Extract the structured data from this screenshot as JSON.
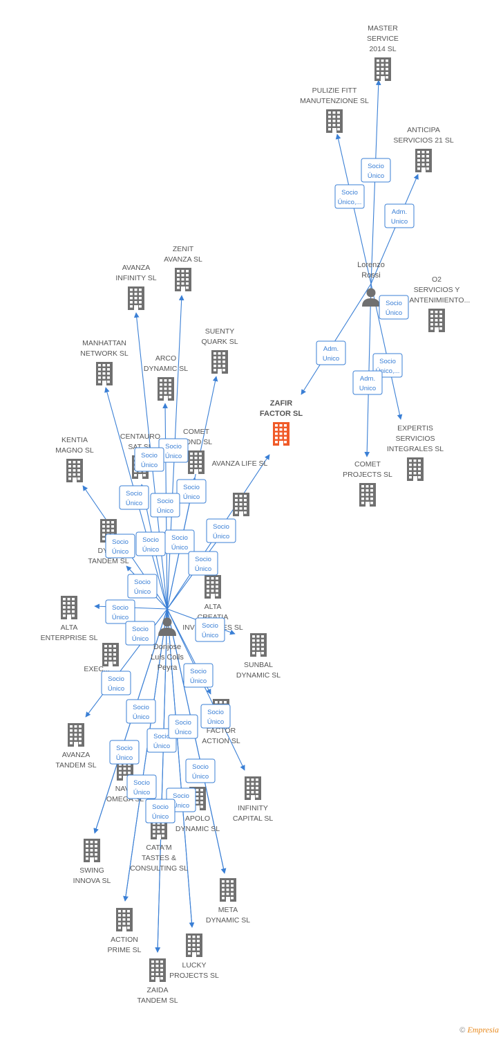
{
  "colors": {
    "edge": "#3a7fd5",
    "building": "#707070",
    "main_building": "#f05a28",
    "person": "#707070",
    "text": "#555555"
  },
  "companies": [
    {
      "id": "zafir",
      "label": [
        "ZAFIR",
        "FACTOR SL"
      ],
      "main": true
    },
    {
      "id": "master",
      "label": [
        "MASTER",
        "SERVICE",
        "2014  SL"
      ]
    },
    {
      "id": "pulizie",
      "label": [
        "PULIZIE FITT",
        "MANUTENZIONE SL"
      ]
    },
    {
      "id": "anticipa",
      "label": [
        "ANTICIPA",
        "SERVICIOS 21 SL"
      ]
    },
    {
      "id": "o2",
      "label": [
        "O2",
        "SERVICIOS Y",
        "MANTENIMIENTO..."
      ]
    },
    {
      "id": "expertis",
      "label": [
        "EXPERTIS",
        "SERVICIOS",
        "INTEGRALES SL"
      ]
    },
    {
      "id": "cometp",
      "label": [
        "COMET",
        "PROJECTS SL"
      ]
    },
    {
      "id": "zenit",
      "label": [
        "ZENIT",
        "AVANZA SL"
      ]
    },
    {
      "id": "avinf",
      "label": [
        "AVANZA",
        "INFINITY SL"
      ]
    },
    {
      "id": "suenty",
      "label": [
        "SUENTY",
        "QUARK SL"
      ]
    },
    {
      "id": "manhattan",
      "label": [
        "MANHATTAN",
        "NETWORK SL"
      ]
    },
    {
      "id": "arco",
      "label": [
        "ARCO",
        "DYNAMIC SL"
      ]
    },
    {
      "id": "kentia",
      "label": [
        "KENTIA",
        "MAGNO SL"
      ]
    },
    {
      "id": "centauro",
      "label": [
        "CENTAURO",
        "SAT SL"
      ]
    },
    {
      "id": "cometb",
      "label": [
        "COMET",
        "BOND SL"
      ]
    },
    {
      "id": "avlife",
      "label": [
        "AVANZA LIFE SL"
      ]
    },
    {
      "id": "dyntandem",
      "label": [
        "DYN...",
        "TANDEM SL"
      ]
    },
    {
      "id": "altacreatia",
      "label": [
        "ALTA",
        "CREATIA",
        "INVERSIONES SL"
      ]
    },
    {
      "id": "altaent",
      "label": [
        "ALTA",
        "ENTERPRISE SL"
      ]
    },
    {
      "id": "sunbal",
      "label": [
        "SUNBAL",
        "DYNAMIC SL"
      ]
    },
    {
      "id": "exec",
      "label": [
        "EXEC..."
      ]
    },
    {
      "id": "factoraction",
      "label": [
        "FACTOR",
        "ACTION SL"
      ]
    },
    {
      "id": "avtandem",
      "label": [
        "AVANZA",
        "TANDEM SL"
      ]
    },
    {
      "id": "navomega",
      "label": [
        "NAV...",
        "OMEGA SL"
      ]
    },
    {
      "id": "infinity",
      "label": [
        "INFINITY",
        "CAPITAL SL"
      ]
    },
    {
      "id": "apolo",
      "label": [
        "APOLO",
        "DYNAMIC SL"
      ]
    },
    {
      "id": "catam",
      "label": [
        "CATA'M",
        "TASTES &",
        "CONSULTING  SL"
      ]
    },
    {
      "id": "swing",
      "label": [
        "SWING",
        "INNOVA SL"
      ]
    },
    {
      "id": "meta",
      "label": [
        "META",
        "DYNAMIC SL"
      ]
    },
    {
      "id": "action",
      "label": [
        "ACTION",
        "PRIME SL"
      ]
    },
    {
      "id": "lucky",
      "label": [
        "LUCKY",
        "PROJECTS SL"
      ]
    },
    {
      "id": "zaida",
      "label": [
        "ZAIDA",
        "TANDEM SL"
      ]
    }
  ],
  "persons": [
    {
      "id": "lorenzo",
      "label": [
        "Lorenzo",
        "Rossi"
      ]
    },
    {
      "id": "donjose",
      "label": [
        "Donjose",
        "Luis Colls",
        "Peyra"
      ]
    }
  ],
  "relations": [
    {
      "from": "lorenzo",
      "to": "master",
      "label": [
        "Socio",
        "Único"
      ]
    },
    {
      "from": "lorenzo",
      "to": "pulizie",
      "label": [
        "Socio",
        "Único,..."
      ]
    },
    {
      "from": "lorenzo",
      "to": "anticipa",
      "label": [
        "Adm.",
        "Unico"
      ]
    },
    {
      "from": "lorenzo",
      "to": "o2",
      "label": [
        "Socio",
        "Único"
      ]
    },
    {
      "from": "lorenzo",
      "to": "zafir",
      "label": [
        "Adm.",
        "Unico"
      ]
    },
    {
      "from": "lorenzo",
      "to": "expertis",
      "label": [
        "Socio",
        "Único,..."
      ]
    },
    {
      "from": "lorenzo",
      "to": "cometp",
      "label": [
        "Adm.",
        "Unico"
      ]
    },
    {
      "from": "donjose",
      "to": "zenit",
      "label": [
        "Socio",
        "Único"
      ]
    },
    {
      "from": "donjose",
      "to": "avinf",
      "label": [
        "Socio",
        "Único"
      ]
    },
    {
      "from": "donjose",
      "to": "suenty",
      "label": [
        "Socio",
        "Único"
      ]
    },
    {
      "from": "donjose",
      "to": "manhattan",
      "label": [
        "Socio",
        "Único"
      ]
    },
    {
      "from": "donjose",
      "to": "arco",
      "label": [
        "Socio",
        "Único"
      ]
    },
    {
      "from": "donjose",
      "to": "kentia",
      "label": [
        "Socio",
        "Único"
      ]
    },
    {
      "from": "donjose",
      "to": "centauro",
      "label": [
        "Socio",
        "Único"
      ]
    },
    {
      "from": "donjose",
      "to": "cometb",
      "label": [
        "Socio",
        "Único"
      ]
    },
    {
      "from": "donjose",
      "to": "avlife",
      "label": [
        "Socio",
        "Único"
      ]
    },
    {
      "from": "donjose",
      "to": "zafir",
      "label": [
        "Socio",
        "Único"
      ]
    },
    {
      "from": "donjose",
      "to": "dyntandem",
      "label": [
        "Socio",
        "Único"
      ]
    },
    {
      "from": "donjose",
      "to": "altacreatia",
      "label": [
        "Socio",
        "Único"
      ]
    },
    {
      "from": "donjose",
      "to": "altaent",
      "label": [
        "Socio",
        "Único"
      ]
    },
    {
      "from": "donjose",
      "to": "sunbal",
      "label": [
        "Socio",
        "Único"
      ]
    },
    {
      "from": "donjose",
      "to": "exec",
      "label": [
        "Socio",
        "Único"
      ]
    },
    {
      "from": "donjose",
      "to": "factoraction",
      "label": [
        "Socio",
        "Único"
      ]
    },
    {
      "from": "donjose",
      "to": "avtandem",
      "label": [
        "Socio",
        "Único"
      ]
    },
    {
      "from": "donjose",
      "to": "navomega",
      "label": [
        "Socio",
        "Único"
      ]
    },
    {
      "from": "donjose",
      "to": "infinity",
      "label": [
        "Socio",
        "Único"
      ]
    },
    {
      "from": "donjose",
      "to": "apolo",
      "label": [
        "Socio",
        "Único"
      ]
    },
    {
      "from": "donjose",
      "to": "catam",
      "label": [
        "Socio",
        "Único"
      ]
    },
    {
      "from": "donjose",
      "to": "swing",
      "label": [
        "Socio",
        "Único"
      ]
    },
    {
      "from": "donjose",
      "to": "meta",
      "label": [
        "Socio",
        "Único"
      ]
    },
    {
      "from": "donjose",
      "to": "action",
      "label": [
        "Socio",
        "Único"
      ]
    },
    {
      "from": "donjose",
      "to": "lucky",
      "label": [
        "Socio",
        "Único"
      ]
    },
    {
      "from": "donjose",
      "to": "zaida",
      "label": [
        "Socio",
        "Único"
      ]
    }
  ],
  "footer": {
    "copyright": "©",
    "brand": "Empresia"
  }
}
